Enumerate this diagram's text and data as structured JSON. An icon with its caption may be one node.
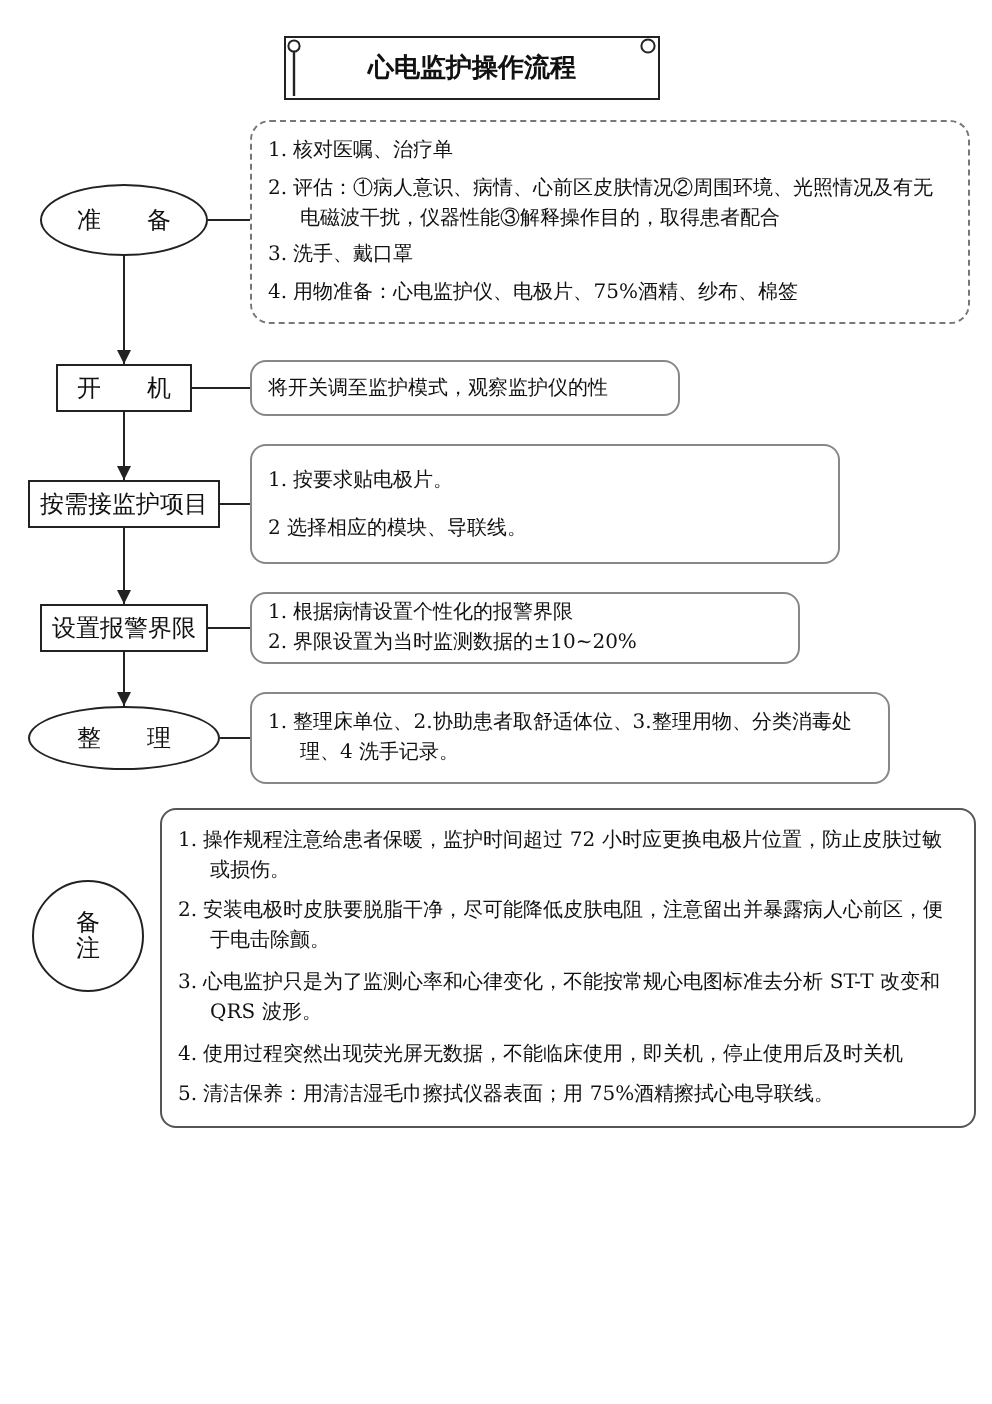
{
  "diagram": {
    "nodes": [
      {
        "text": [
          "心电监护操作流程"
        ]
      },
      {
        "text": [
          "准 备"
        ]
      },
      {
        "text": [
          "1. 核对医嘱、治疗单",
          "2. 评估：①病人意识、病情、心前区皮肤情况②周围环境、光照情况及有无电磁波干扰，仪器性能③解释操作目的，取得患者配合",
          "3. 洗手、戴口罩",
          "4. 用物准备：心电监护仪、电极片、75%酒精、纱布、棉签"
        ]
      },
      {
        "text": [
          "开 机"
        ]
      },
      {
        "text": [
          "将开关调至监护模式，观察监护仪的性"
        ]
      },
      {
        "text": [
          "按需接监护项目"
        ]
      },
      {
        "text": [
          "1. 按要求贴电极片。",
          "2 选择相应的模块、导联线。"
        ]
      },
      {
        "text": [
          "设置报警界限"
        ]
      },
      {
        "text": [
          "1. 根据病情设置个性化的报警界限",
          "2. 界限设置为当时监测数据的±10~20%"
        ]
      },
      {
        "text": [
          "整 理"
        ]
      },
      {
        "text": [
          "1. 整理床单位、2.协助患者取舒适体位、3.整理用物、分类消毒处理、4 洗手记录。"
        ]
      },
      {
        "text": [
          "备注"
        ]
      },
      {
        "text": [
          "1. 操作规程注意给患者保暖，监护时间超过 72 小时应更换电极片位置，防止皮肤过敏或损伤。",
          "2. 安装电极时皮肤要脱脂干净，尽可能降低皮肤电阻，注意留出并暴露病人心前区，便于电击除颤。",
          "3. 心电监护只是为了监测心率和心律变化，不能按常规心电图标准去分析 ST-T 改变和 QRS 波形。",
          "4. 使用过程突然出现荧光屏无数据，不能临床使用，即关机，停止使用后及时关机",
          "5. 清洁保养：用清洁湿毛巾擦拭仪器表面；用 75%酒精擦拭心电导联线。"
        ]
      }
    ],
    "edges": [
      {
        "from": 1,
        "to": 2,
        "arrow": "none"
      },
      {
        "from": 1,
        "to": 3,
        "arrow": "to"
      },
      {
        "from": 3,
        "to": 4,
        "arrow": "none"
      },
      {
        "from": 3,
        "to": 5,
        "arrow": "to"
      },
      {
        "from": 5,
        "to": 6,
        "arrow": "none"
      },
      {
        "from": 5,
        "to": 7,
        "arrow": "to"
      },
      {
        "from": 7,
        "to": 8,
        "arrow": "none"
      },
      {
        "from": 7,
        "to": 9,
        "arrow": "to"
      },
      {
        "from": 9,
        "to": 10,
        "arrow": "none"
      }
    ]
  }
}
